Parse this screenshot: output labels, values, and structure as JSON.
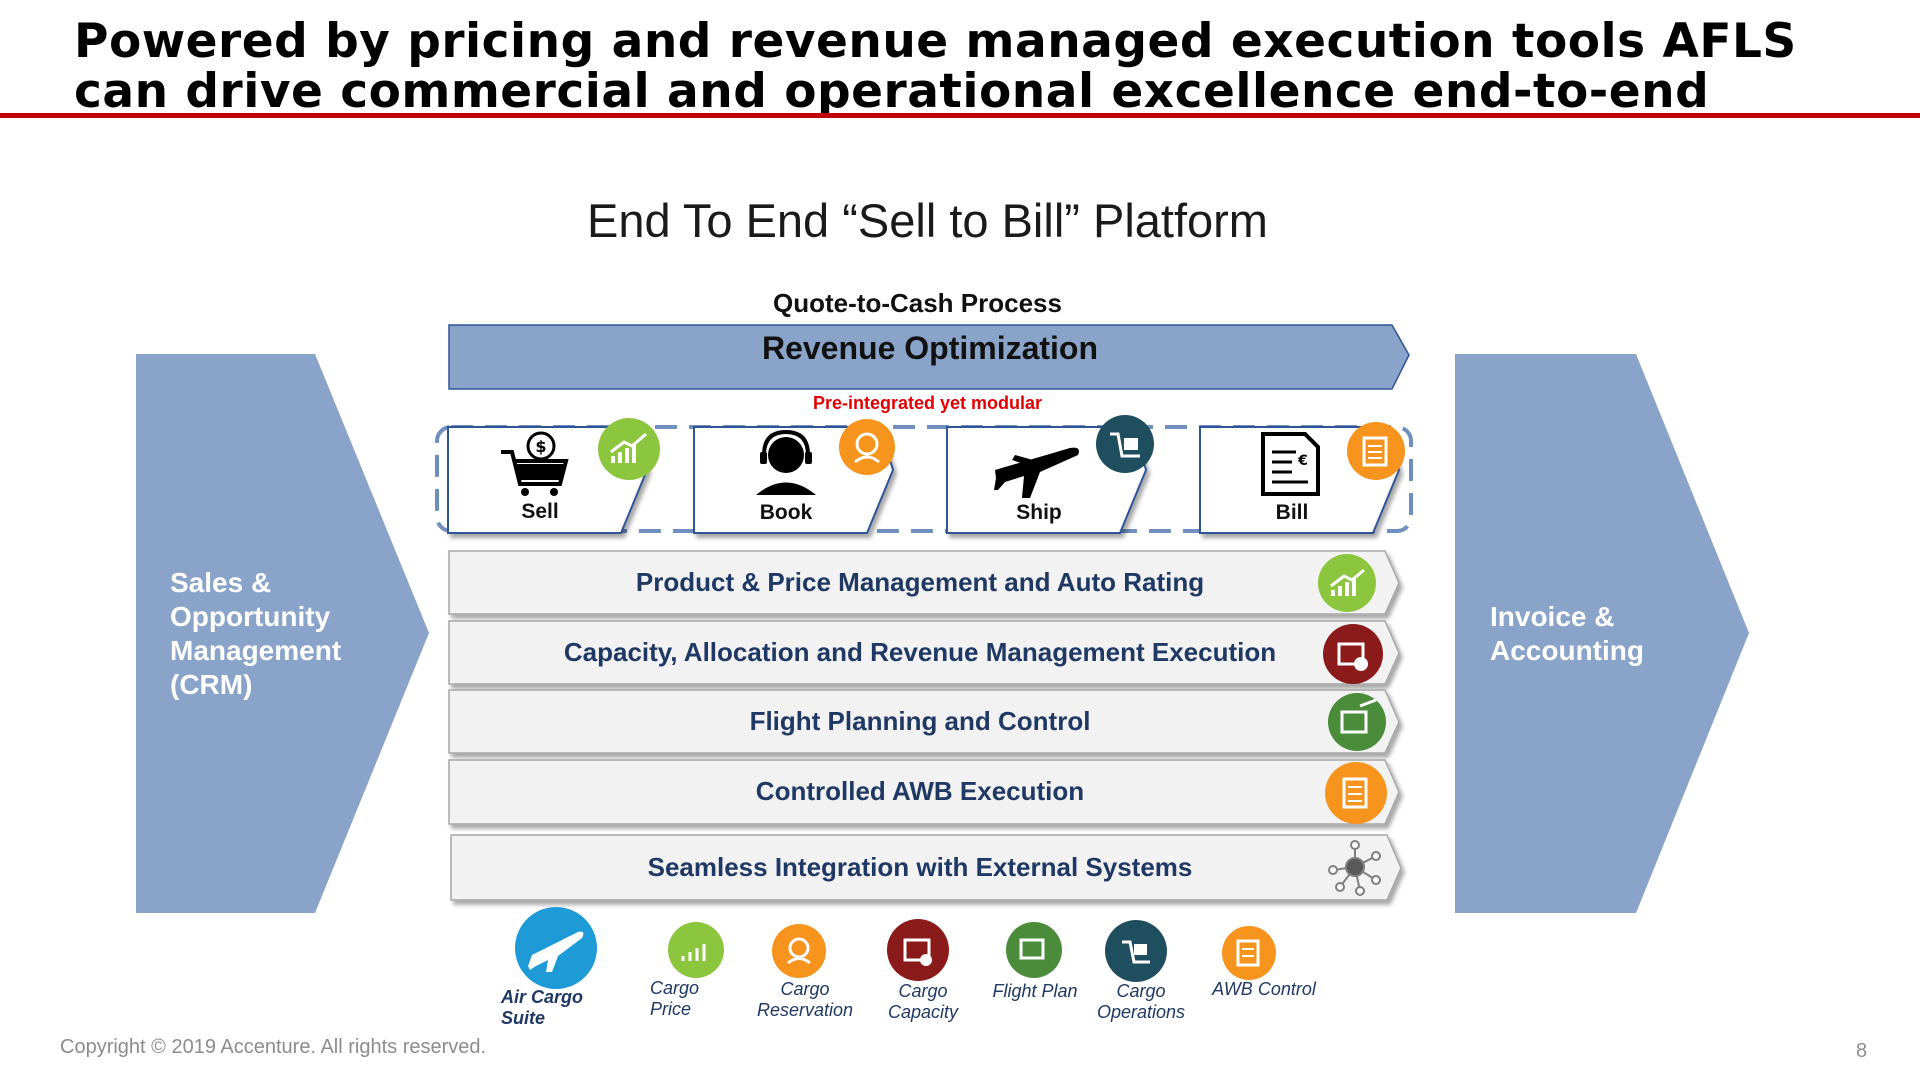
{
  "slide": {
    "title_line1": "Powered by pricing and revenue managed execution tools AFLS",
    "title_line2": "can drive commercial and operational excellence end-to-end",
    "subtitle": "End To End “Sell to Bill” Platform",
    "process_label": "Quote-to-Cash Process",
    "banner": "Revenue Optimization",
    "preintegrated": "Pre-integrated yet modular",
    "left_block": [
      "Sales &",
      "Opportunity",
      "Management",
      "(CRM)"
    ],
    "right_block": [
      "Invoice &",
      "Accounting"
    ],
    "copyright": "Copyright © 2019 Accenture. All rights reserved.",
    "page_number": "8"
  },
  "stages": [
    {
      "label": "Sell",
      "icon": "shopping-cart-icon",
      "badge_icon": "cargo-price-icon",
      "badge_color": "#8cc63f"
    },
    {
      "label": "Book",
      "icon": "agent-headset-icon",
      "badge_icon": "cargo-reservation-icon",
      "badge_color": "#f7941d"
    },
    {
      "label": "Ship",
      "icon": "airplane-icon",
      "badge_icon": "cargo-operations-icon",
      "badge_color": "#1f4e5f"
    },
    {
      "label": "Bill",
      "icon": "invoice-euro-icon",
      "badge_icon": "awb-control-icon",
      "badge_color": "#f7941d"
    }
  ],
  "capabilities": [
    {
      "label": "Product & Price Management and Auto Rating",
      "icon": "cargo-price-icon",
      "color": "#8cc63f"
    },
    {
      "label": "Capacity, Allocation and Revenue Management Execution",
      "icon": "cargo-capacity-icon",
      "color": "#8b1a1a"
    },
    {
      "label": "Flight Planning and Control",
      "icon": "flight-plan-icon",
      "color": "#4a8c3a"
    },
    {
      "label": "Controlled AWB Execution",
      "icon": "awb-control-icon",
      "color": "#f7941d"
    },
    {
      "label": "Seamless Integration with External Systems",
      "icon": "network-hub-icon",
      "color": "#7f7f7f"
    }
  ],
  "legend": [
    {
      "label": "Air Cargo\nSuite",
      "icon": "air-cargo-suite-icon",
      "color": "#1e9bd7"
    },
    {
      "label": "Cargo\nPrice",
      "icon": "cargo-price-icon",
      "color": "#8cc63f"
    },
    {
      "label": "Cargo\nReservation",
      "icon": "cargo-reservation-icon",
      "color": "#f7941d"
    },
    {
      "label": "Cargo\nCapacity",
      "icon": "cargo-capacity-icon",
      "color": "#8b1a1a"
    },
    {
      "label": "Flight Plan",
      "icon": "flight-plan-icon",
      "color": "#4a8c3a"
    },
    {
      "label": "Cargo\nOperations",
      "icon": "cargo-operations-icon",
      "color": "#1f4e5f"
    },
    {
      "label": "AWB Control",
      "icon": "awb-control-icon",
      "color": "#f7941d"
    }
  ],
  "colors": {
    "accent_red": "#c00000",
    "chevron_blue": "#8aa3c9",
    "text_navy": "#1f3864",
    "bar_grey": "#f2f2f2"
  }
}
